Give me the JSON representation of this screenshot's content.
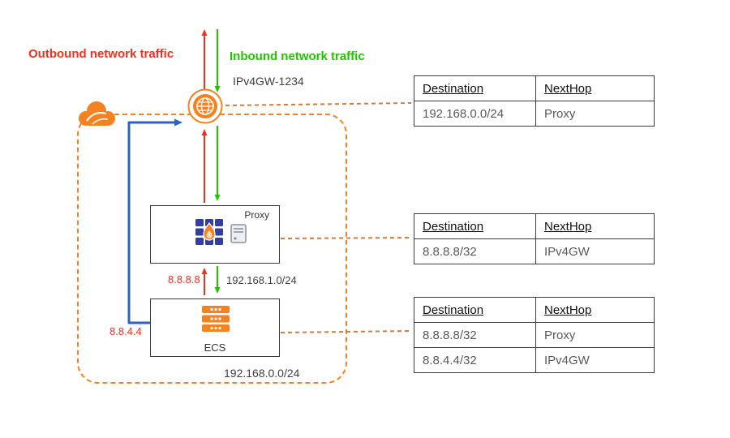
{
  "diagram": {
    "outbound_label": "Outbound network traffic",
    "inbound_label": "Inbound network traffic",
    "gateway_label": "IPv4GW-1234",
    "proxy_label": "Proxy",
    "ecs_label": "ECS",
    "ip_8888": "8.8.8.8",
    "subnet_cidr": "192.168.1.0/24",
    "ip_8844": "8.8.4.4",
    "vpc_cidr": "192.168.0.0/24"
  },
  "colors": {
    "outbound_red": "#f3301d",
    "inbound_green": "#22c400",
    "brand_orange": "#f58220",
    "route_blue": "#2a62c9",
    "connector_tan": "#cf7d3f",
    "table_border": "#3c3c3c",
    "cell_text": "#595959"
  },
  "tables": [
    {
      "name": "ipv4gw-route-table",
      "headers": [
        "Destination",
        "NextHop"
      ],
      "rows": [
        [
          "192.168.0.0/24",
          "Proxy"
        ]
      ]
    },
    {
      "name": "proxy-route-table",
      "headers": [
        "Destination",
        "NextHop"
      ],
      "rows": [
        [
          "8.8.8.8/32",
          "IPv4GW"
        ]
      ]
    },
    {
      "name": "ecs-route-table",
      "headers": [
        "Destination",
        "NextHop"
      ],
      "rows": [
        [
          "8.8.8.8/32",
          "Proxy"
        ],
        [
          "8.8.4.4/32",
          "IPv4GW"
        ]
      ]
    }
  ]
}
